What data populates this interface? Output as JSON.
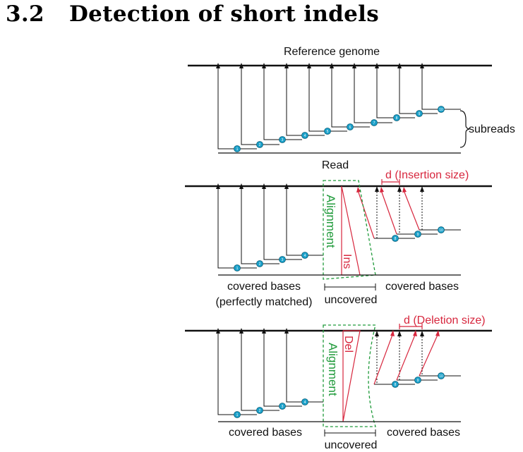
{
  "section": {
    "number": "3.2",
    "title": "Detection of short indels"
  },
  "colors": {
    "black": "#111111",
    "red": "#d7263d",
    "green": "#1f9a3a",
    "node": "#1ba0c9"
  },
  "panel_top": {
    "reference_label": "Reference genome",
    "read_label": "Read",
    "subreads_label": "subreads",
    "node_numbers": [
      "1",
      "2",
      "3",
      "4",
      "5",
      "6",
      "7",
      "8",
      "9",
      "10"
    ]
  },
  "panel_insertion": {
    "d_label": "d (Insertion size)",
    "alignment_label": "Alignment",
    "ins_label": "Ins",
    "covered_left_1": "covered bases",
    "covered_left_2": "(perfectly matched)",
    "uncovered_label": "uncovered",
    "covered_right": "covered bases",
    "node_numbers": [
      "1",
      "2",
      "3",
      "4",
      "8",
      "9",
      "10"
    ]
  },
  "panel_deletion": {
    "d_label": "d (Deletion size)",
    "alignment_label": "Alignment",
    "del_label": "Del",
    "covered_left": "covered bases",
    "uncovered_label": "uncovered",
    "covered_right": "covered bases",
    "node_numbers": [
      "1",
      "2",
      "3",
      "4",
      "8",
      "9",
      "10"
    ]
  }
}
